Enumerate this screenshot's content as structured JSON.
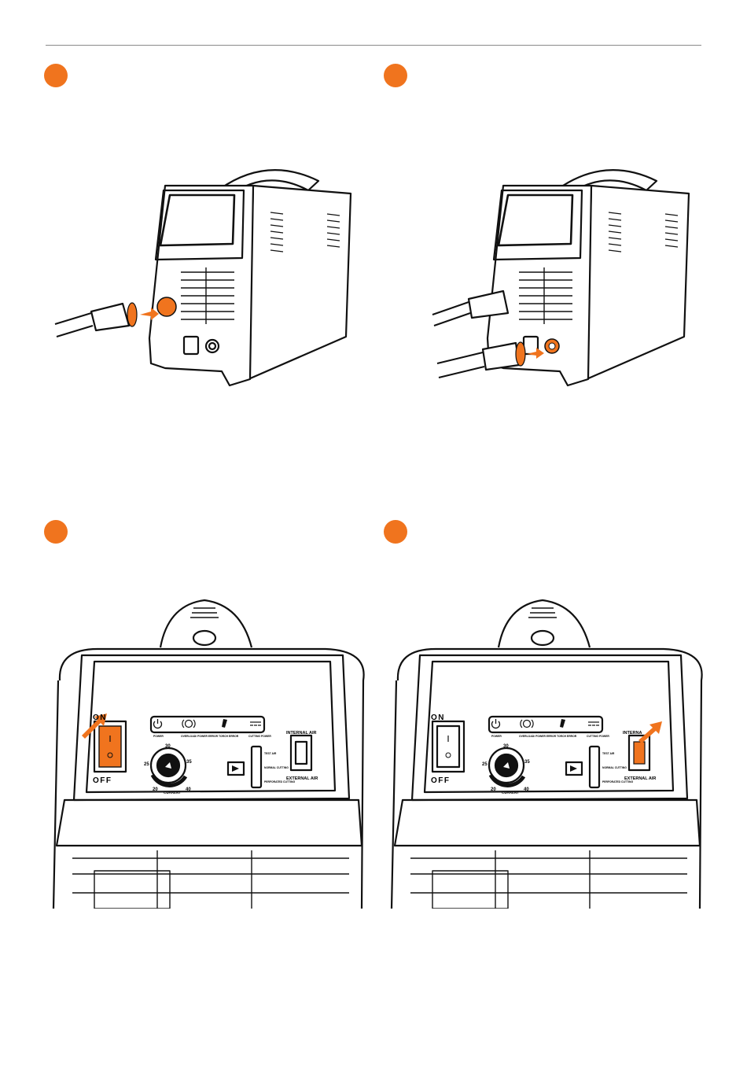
{
  "colors": {
    "accent": "#f0741e",
    "line": "#111111",
    "rule": "#8a8a8a"
  },
  "panel_a": {
    "icons": [
      "connector-icon",
      "arrow-icon"
    ]
  },
  "panel_b": {
    "icons": [
      "connector-icon",
      "arrow-icon"
    ]
  },
  "panel_c": {
    "switch_on": "ON",
    "switch_off": "OFF",
    "indicators": [
      {
        "icon": "power-icon",
        "label": "POWER"
      },
      {
        "icon": "overload-icon",
        "label": "OVERLOAD/ POWER ERROR"
      },
      {
        "icon": "torch-icon",
        "label": "TORCH ERROR"
      },
      {
        "icon": "dc-icon",
        "label": "CUTTING POWER"
      }
    ],
    "dial_ticks": [
      "20",
      "25",
      "30",
      "35",
      "40"
    ],
    "dial_label": "CURRENT",
    "modes": [
      "TEST AIR",
      "NORMAL CUTTING",
      "PERFORATED CUTTING"
    ],
    "air_internal": "INTERNAL AIR",
    "air_external": "EXTERNAL AIR"
  },
  "panel_d": {
    "switch_on": "ON",
    "switch_off": "OFF",
    "indicators": [
      {
        "icon": "power-icon",
        "label": "POWER"
      },
      {
        "icon": "overload-icon",
        "label": "OVERLOAD/ POWER ERROR"
      },
      {
        "icon": "torch-icon",
        "label": "TORCH ERROR"
      },
      {
        "icon": "dc-icon",
        "label": "CUTTING POWER"
      }
    ],
    "dial_ticks": [
      "20",
      "25",
      "30",
      "35",
      "40"
    ],
    "dial_label": "CURRENT",
    "modes": [
      "TEST AIR",
      "NORMAL CUTTING",
      "PERFORATED CUTTING"
    ],
    "air_internal": "INTERNA",
    "air_external": "EXTERNAL AIR"
  }
}
